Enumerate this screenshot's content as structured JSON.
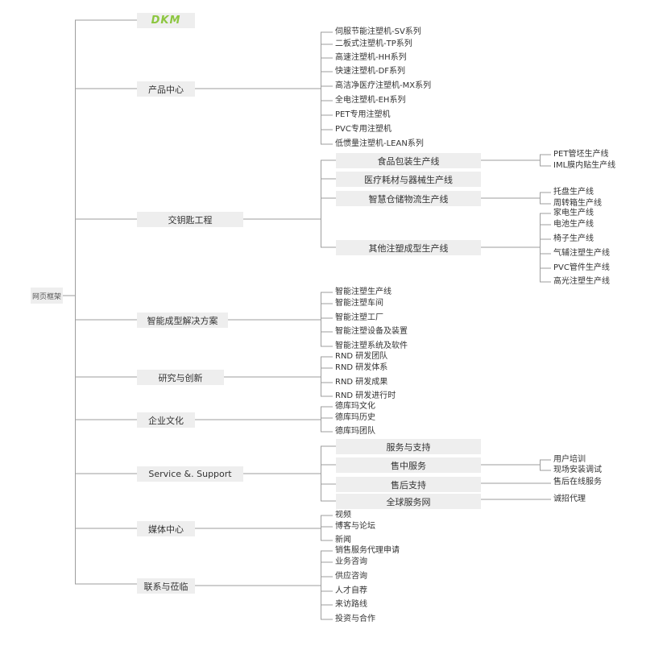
{
  "root": "网页框架",
  "logo": "DKM",
  "colors": {
    "line": "#9e9e9e",
    "box": "#eeeeee",
    "logo": "#8cc63f"
  },
  "sections": {
    "product": {
      "label": "产品中心",
      "items": [
        "伺服节能注塑机-SV系列",
        "二板式注塑机-TP系列",
        "高速注塑机-HH系列",
        "快速注塑机-DF系列",
        "高洁净医疗注塑机-MX系列",
        "全电注塑机-EH系列",
        "PET专用注塑机",
        "PVC专用注塑机",
        "低惯量注塑机-LEAN系列"
      ]
    },
    "turnkey": {
      "label": "交钥匙工程",
      "sub": [
        {
          "label": "食品包装生产线",
          "items": [
            "PET管坯生产线",
            "IML膜内贴生产线"
          ]
        },
        {
          "label": "医疗耗材与器械生产线",
          "items": []
        },
        {
          "label": "智慧仓储物流生产线",
          "items": [
            "托盘生产线",
            "周转箱生产线"
          ]
        },
        {
          "label": "其他注塑成型生产线",
          "items": [
            "家电生产线",
            "电池生产线",
            "椅子生产线",
            "气辅注塑生产线",
            "PVC管件生产线",
            "高光注塑生产线"
          ]
        }
      ]
    },
    "smart": {
      "label": "智能成型解决方案",
      "items": [
        "智能注塑生产线",
        "智能注塑车间",
        "智能注塑工厂",
        "智能注塑设备及装置",
        "智能注塑系统及软件"
      ]
    },
    "research": {
      "label": "研究与创新",
      "items": [
        "RND 研发团队",
        "RND 研发体系",
        "RND 研发成果",
        "RND 研发进行时"
      ]
    },
    "culture": {
      "label": "企业文化",
      "items": [
        "德库玛文化",
        "德库玛历史",
        "德库玛团队"
      ]
    },
    "service": {
      "label": "Service &. Support",
      "sub": [
        {
          "label": "服务与支持",
          "items": []
        },
        {
          "label": "售中服务",
          "items": [
            "用户培训",
            "现场安装调试"
          ]
        },
        {
          "label": "售后支持",
          "items": [
            "售后在线服务"
          ]
        },
        {
          "label": "全球服务网",
          "items": [
            "诚招代理"
          ]
        }
      ]
    },
    "media": {
      "label": "媒体中心",
      "items": [
        "视频",
        "博客与论坛",
        "新闻"
      ]
    },
    "contact": {
      "label": "联系与莅临",
      "items": [
        "销售服务代理申请",
        "业务咨询",
        "供应咨询",
        "人才自荐",
        "来访路线",
        "投资与合作"
      ]
    }
  }
}
